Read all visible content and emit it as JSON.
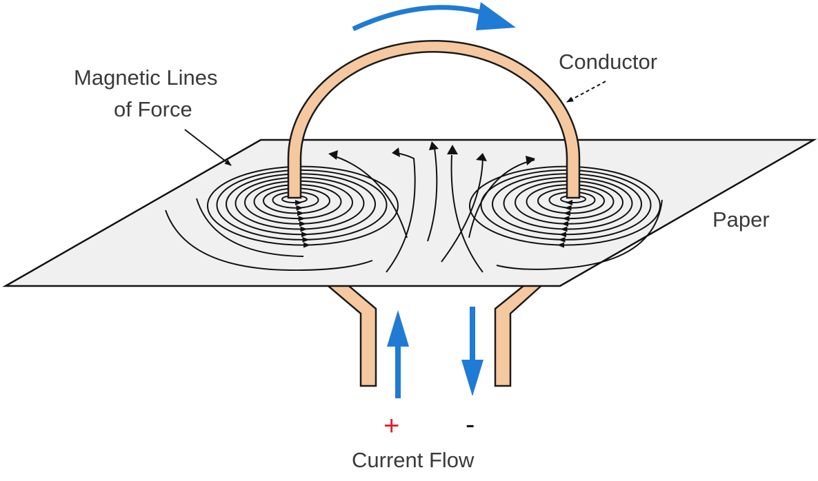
{
  "labels": {
    "conductor": "Conductor",
    "magnetic_lines_1": "Magnetic Lines",
    "magnetic_lines_2": "of Force",
    "paper": "Paper",
    "current_flow": "Current Flow",
    "plus": "+",
    "minus": "-"
  },
  "colors": {
    "conductor": "#f5c8a0",
    "conductor_outline": "#1a1a1a",
    "current_arrow": "#1f7bd4",
    "plus_sign": "#e0202a",
    "minus_sign": "#111111",
    "paper": "#f0f0f0",
    "field_lines": "#111111"
  },
  "icons": [
    "current-up-arrow",
    "current-down-arrow",
    "rotation-arrow"
  ]
}
